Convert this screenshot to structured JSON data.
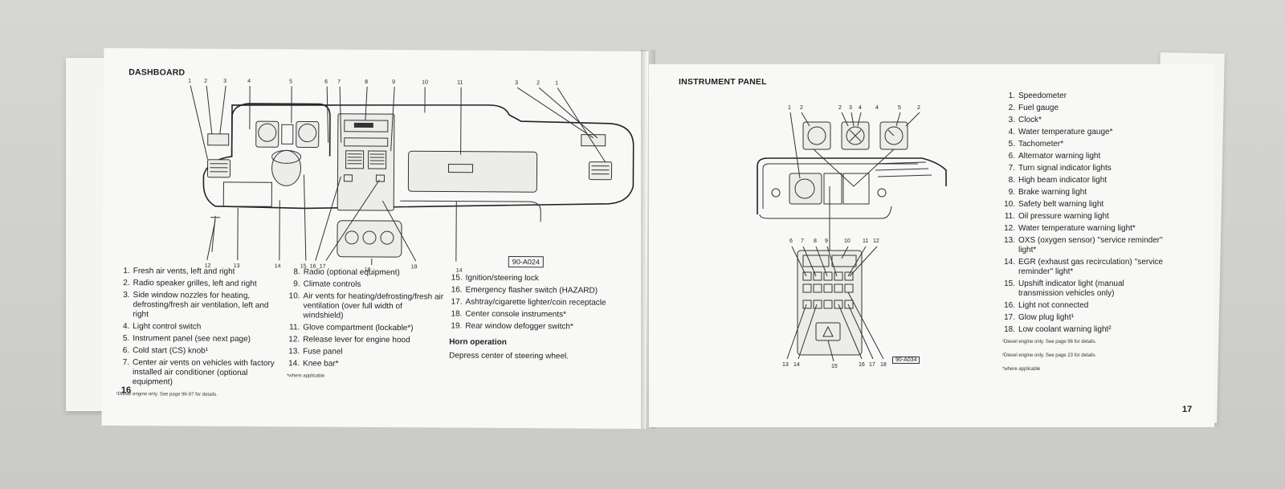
{
  "left_page": {
    "header": "DASHBOARD",
    "page_number": "16",
    "figure_code": "90-A024",
    "callouts_top": [
      "1",
      "2",
      "3",
      "4",
      "5",
      "6",
      "7",
      "8",
      "9",
      "10",
      "11",
      "3",
      "2",
      "1"
    ],
    "callouts_bottom": [
      "12",
      "13",
      "14",
      "15",
      "16",
      "17",
      "18",
      "19",
      "14"
    ],
    "col1": [
      {
        "n": "1.",
        "t": "Fresh air vents, left and right"
      },
      {
        "n": "2.",
        "t": "Radio speaker grilles, left and right"
      },
      {
        "n": "3.",
        "t": "Side window nozzles for heating, defrosting/fresh air ventilation, left and right"
      },
      {
        "n": "4.",
        "t": "Light control switch"
      },
      {
        "n": "5.",
        "t": "Instrument panel (see next page)"
      },
      {
        "n": "6.",
        "t": "Cold start (CS) knob¹"
      },
      {
        "n": "7.",
        "t": "Center air vents on vehicles with factory installed air conditioner (optional equipment)"
      }
    ],
    "col1_note": "¹Diesel engine only. See page 96-97 for details.",
    "col2": [
      {
        "n": "8.",
        "t": "Radio (optional equipment)"
      },
      {
        "n": "9.",
        "t": "Climate controls"
      },
      {
        "n": "10.",
        "t": "Air vents for heating/defrosting/fresh air ventilation (over full width of windshield)"
      },
      {
        "n": "11.",
        "t": "Glove compartment (lockable*)"
      },
      {
        "n": "12.",
        "t": "Release lever for engine hood"
      },
      {
        "n": "13.",
        "t": "Fuse panel"
      },
      {
        "n": "14.",
        "t": "Knee bar*"
      }
    ],
    "col2_note": "*where applicable",
    "col3": [
      {
        "n": "15.",
        "t": "Ignition/steering lock"
      },
      {
        "n": "16.",
        "t": "Emergency flasher switch (HAZARD)"
      },
      {
        "n": "17.",
        "t": "Ashtray/cigarette lighter/coin receptacle"
      },
      {
        "n": "18.",
        "t": "Center console instruments*"
      },
      {
        "n": "19.",
        "t": "Rear window defogger switch*"
      }
    ],
    "horn_title": "Horn operation",
    "horn_text": "Depress center of steering wheel."
  },
  "right_page": {
    "header": "INSTRUMENT PANEL",
    "page_number": "17",
    "figure_code": "90-A034",
    "callouts_top": [
      "1",
      "2",
      "2",
      "3",
      "4",
      "4",
      "5",
      "2"
    ],
    "callouts_mid": [
      "6",
      "7",
      "8",
      "9",
      "10",
      "11",
      "12"
    ],
    "callouts_bottom": [
      "13",
      "14",
      "15",
      "16",
      "17",
      "18"
    ],
    "items": [
      {
        "n": "1.",
        "t": "Speedometer"
      },
      {
        "n": "2.",
        "t": "Fuel gauge"
      },
      {
        "n": "3.",
        "t": "Clock*"
      },
      {
        "n": "4.",
        "t": "Water temperature gauge*"
      },
      {
        "n": "5.",
        "t": "Tachometer*"
      },
      {
        "n": "6.",
        "t": "Alternator warning light"
      },
      {
        "n": "7.",
        "t": "Turn signal indicator lights"
      },
      {
        "n": "8.",
        "t": "High beam indicator light"
      },
      {
        "n": "9.",
        "t": "Brake warning light"
      },
      {
        "n": "10.",
        "t": "Safety belt warning light"
      },
      {
        "n": "11.",
        "t": "Oil pressure warning light"
      },
      {
        "n": "12.",
        "t": "Water temperature warning light*"
      },
      {
        "n": "13.",
        "t": "OXS (oxygen sensor) ''service reminder'' light*"
      },
      {
        "n": "14.",
        "t": "EGR (exhaust gas recirculation) ''service reminder'' light*"
      },
      {
        "n": "15.",
        "t": "Upshift indicator light (manual transmission vehicles only)"
      },
      {
        "n": "16.",
        "t": "Light not connected"
      },
      {
        "n": "17.",
        "t": "Glow plug light¹"
      },
      {
        "n": "18.",
        "t": "Low coolant warning light²"
      }
    ],
    "notes": [
      "¹Diesel engine only. See page 96 for details.",
      "²Diesel engine only. See page 23 for details.",
      "*where applicable"
    ]
  }
}
